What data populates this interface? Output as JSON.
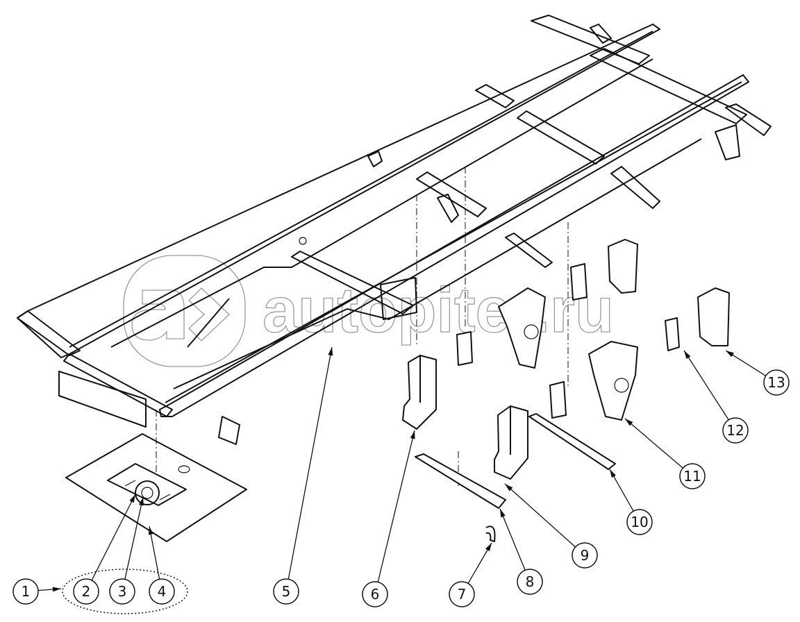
{
  "watermark": {
    "text": "autopiter.ru"
  },
  "callouts": [
    {
      "label": "1"
    },
    {
      "label": "2"
    },
    {
      "label": "3"
    },
    {
      "label": "4"
    },
    {
      "label": "5"
    },
    {
      "label": "6"
    },
    {
      "label": "7"
    },
    {
      "label": "8"
    },
    {
      "label": "9"
    },
    {
      "label": "10"
    },
    {
      "label": "11"
    },
    {
      "label": "12"
    },
    {
      "label": "13"
    }
  ],
  "colors": {
    "line": "#111111",
    "watermark": "#9a9a9a",
    "background": "#ffffff"
  }
}
